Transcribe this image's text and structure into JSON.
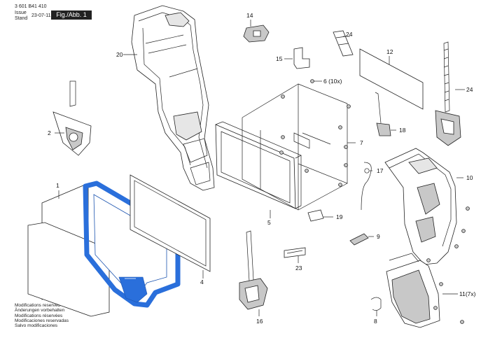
{
  "header": {
    "doc_number": "3 601 B41 410",
    "issue_label": "Issue",
    "stand_label": "Stand",
    "date": "23-07-11",
    "figure_label": "Fig./Abb. 1"
  },
  "notes": [
    "Modifications reserved",
    "Änderungen vorbehalten",
    "Modifications réservées",
    "Modificaciones reservadas",
    "Salvo modificaciones"
  ],
  "callouts": {
    "p1": "1",
    "p2": "2",
    "p4": "4",
    "p5": "5",
    "p6": "6 (10x)",
    "p7": "7",
    "p8": "8",
    "p9": "9",
    "p10": "10",
    "p11": "11(7x)",
    "p12": "12",
    "p14": "14",
    "p15": "15",
    "p16": "16",
    "p17": "17",
    "p18": "18",
    "p19": "19",
    "p20": "20",
    "p23": "23",
    "p24a": "24",
    "p24b": "24"
  },
  "highlight_color": "#2a6fdb",
  "icons": {
    "screw": "screw-icon",
    "gasket": "highlighted-gasket-frame"
  }
}
